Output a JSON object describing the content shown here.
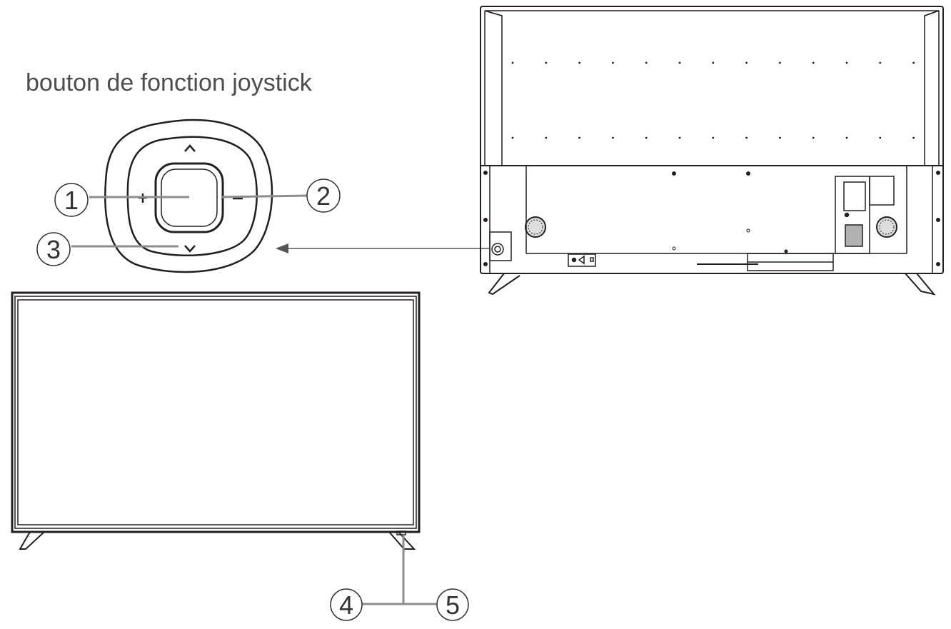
{
  "title": "bouton de fonction joystick",
  "callouts": {
    "c1": "1",
    "c2": "2",
    "c3": "3",
    "c4": "4",
    "c5": "5"
  },
  "joystick": {
    "up_symbol": "^",
    "down_symbol": "v",
    "plus_symbol": "+",
    "minus_symbol": "−"
  },
  "colors": {
    "line": "#231f20",
    "callout_line": "#8c8c8c",
    "text": "#4d4d4d"
  }
}
